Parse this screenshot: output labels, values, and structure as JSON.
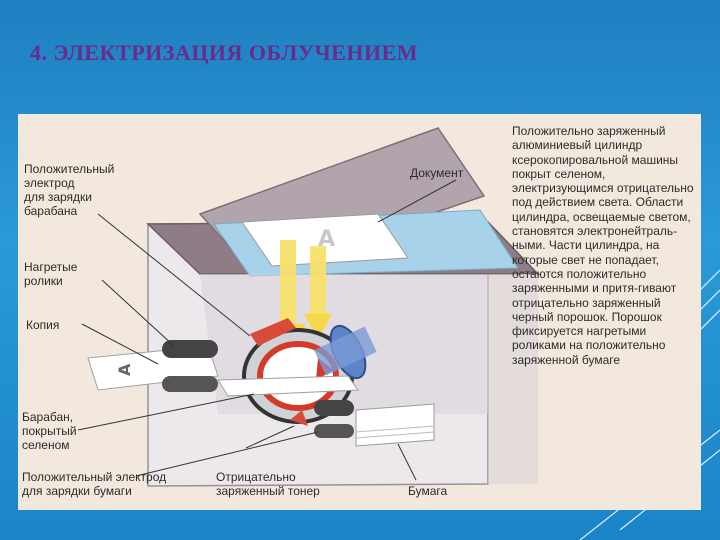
{
  "slide": {
    "title": "4. ЭЛЕКТРИЗАЦИЯ  ОБЛУЧЕНИЕМ"
  },
  "diagram": {
    "labels": {
      "positive_drum_electrode": "Положительный\nэлектрод\nдля зарядки\nбарабана",
      "document": "Документ",
      "heated_rollers": "Нагретые\nролики",
      "copy": "Копия",
      "drum": "Барабан,\nпокрытый\nселеном",
      "positive_paper_electrode": "Положительный электрод\nдля зарядки бумаги",
      "negative_toner": "Отрицательно\nзаряженный тонер",
      "paper": "Бумага"
    },
    "description": "Положительно заряженный алюминиевый цилиндр ксерокопировальной машины  покрыт селеном, электризующимся отрицательно под  действием света. Области цилиндра, освещаемые светом, становятся электронейтраль-ными. Части цилиндра, на которые свет не попадает, остаются положительно заряженными и притя-гивают отрицательно заряженный черный порошок. Порошок фиксируется нагретыми роликами на положительно заряженной бумаге"
  }
}
